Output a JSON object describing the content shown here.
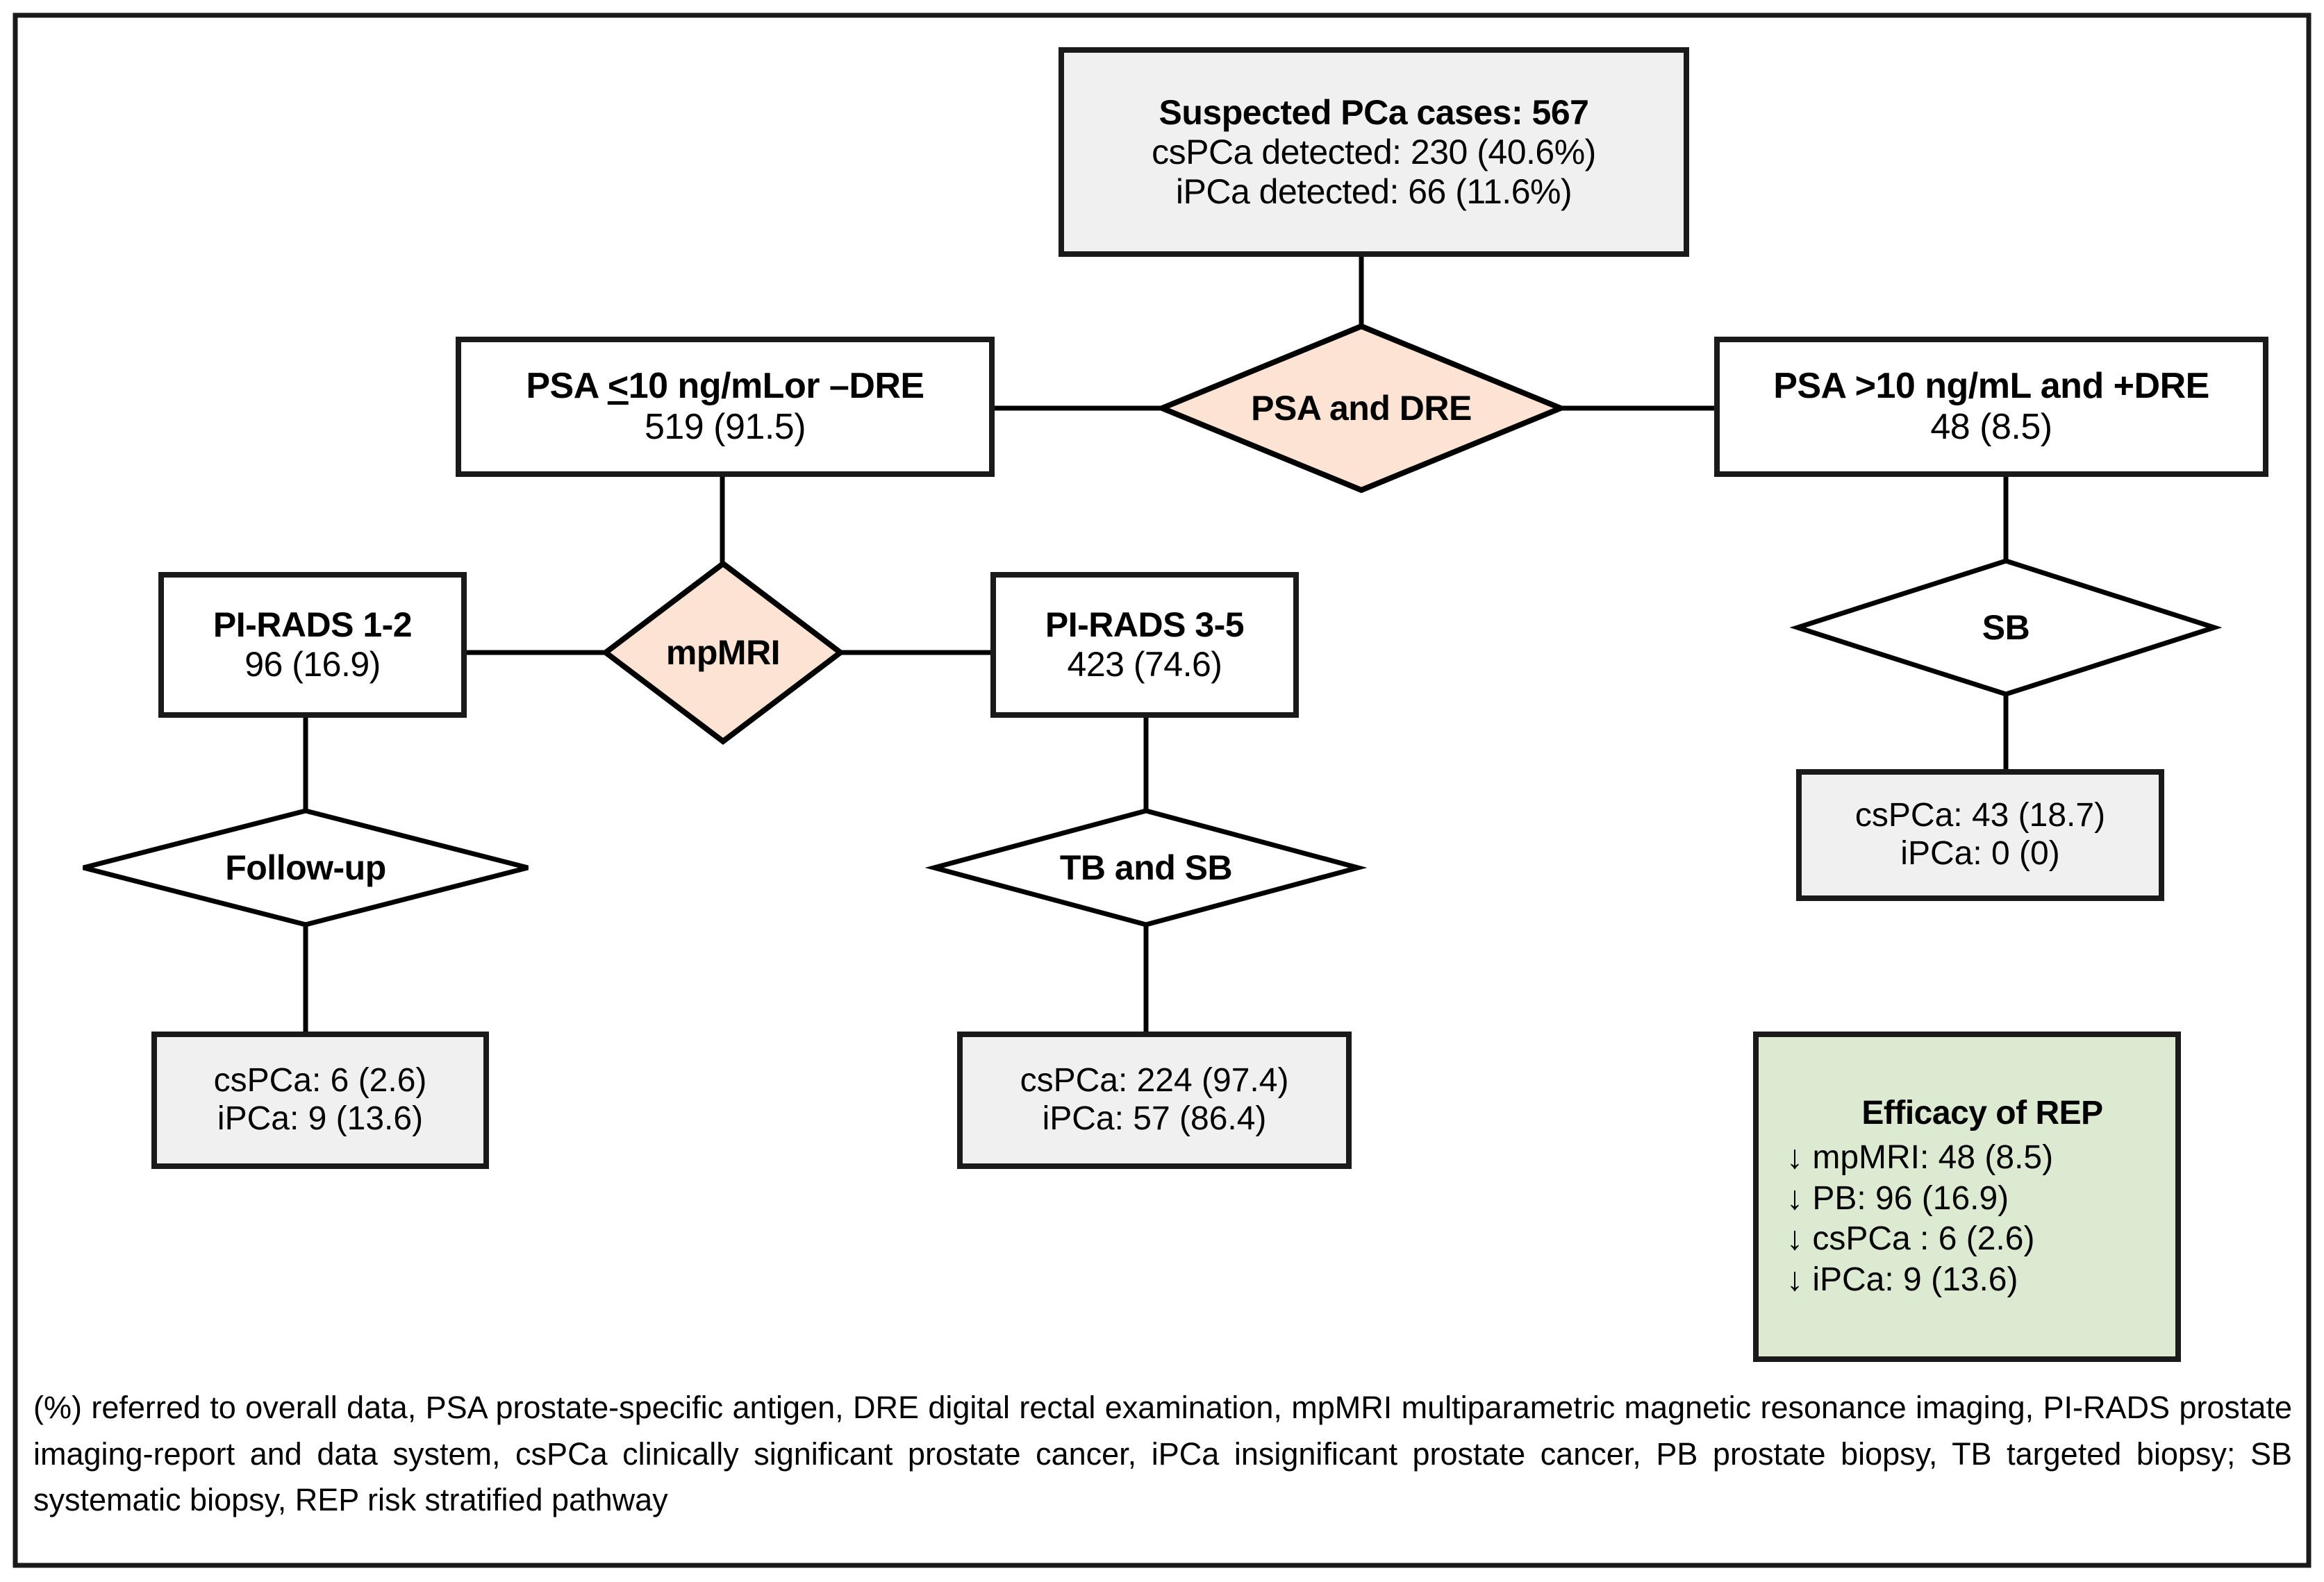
{
  "figure": {
    "type": "flowchart",
    "frame_border_color": "#1a1a1a",
    "colors": {
      "diamond_accent_fill": "#fce3d4",
      "diamond_plain_fill": "#ffffff",
      "result_box_fill": "#f0f0f0",
      "efficacy_box_fill": "#dcead1",
      "stroke": "#000000",
      "text": "#000000"
    }
  },
  "nodes": {
    "suspected": {
      "shape": "rect",
      "fill": "#f0f0f0",
      "line1": "Suspected PCa cases: 567",
      "line2": "csPCa detected: 230 (40.6%)",
      "line3": "iPCa detected: 66 (11.6%)"
    },
    "psa_low": {
      "shape": "rect",
      "fill": "#ffffff",
      "line1_a": "PSA ",
      "line1_b": "<",
      "line1_c": "10 ng/mL",
      "line1_d": "or –DRE",
      "line1_full": "PSA ≤10 ng/mL or –DRE",
      "line2": "519 (91.5)"
    },
    "psa_high": {
      "shape": "rect",
      "fill": "#ffffff",
      "line1": "PSA >10 ng/mL and +DRE",
      "line2": "48 (8.5)"
    },
    "psa_dre_decision": {
      "shape": "diamond",
      "fill": "#fce3d4",
      "label": "PSA and DRE"
    },
    "pirads_low": {
      "shape": "rect",
      "fill": "#ffffff",
      "line1": "PI-RADS 1-2",
      "line2": "96 (16.9)"
    },
    "pirads_high": {
      "shape": "rect",
      "fill": "#ffffff",
      "line1": "PI-RADS 3-5",
      "line2": "423 (74.6)"
    },
    "mpmri_decision": {
      "shape": "diamond",
      "fill": "#fce3d4",
      "label": "mpMRI"
    },
    "sb_decision": {
      "shape": "diamond",
      "fill": "#ffffff",
      "label": "SB"
    },
    "followup_decision": {
      "shape": "diamond",
      "fill": "#ffffff",
      "label": "Follow-up"
    },
    "tb_sb_decision": {
      "shape": "diamond",
      "fill": "#ffffff",
      "label": "TB and SB"
    },
    "sb_result": {
      "shape": "rect",
      "fill": "#f0f0f0",
      "line1": "csPCa: 43 (18.7)",
      "line2": "iPCa: 0 (0)"
    },
    "followup_result": {
      "shape": "rect",
      "fill": "#f0f0f0",
      "line1": "csPCa: 6 (2.6)",
      "line2": "iPCa: 9 (13.6)"
    },
    "tbsb_result": {
      "shape": "rect",
      "fill": "#f0f0f0",
      "line1": "csPCa: 224 (97.4)",
      "line2": "iPCa: 57 (86.4)"
    },
    "efficacy": {
      "shape": "rect",
      "fill": "#dcead1",
      "title": "Efficacy of REP",
      "item1": "↓ mpMRI:  48 (8.5)",
      "item2": "↓ PB: 96 (16.9)",
      "item3": "↓ csPCa : 6 (2.6)",
      "item4": "↓ iPCa: 9 (13.6)"
    }
  },
  "caption": {
    "text": "(%) referred to overall data, PSA prostate-specific antigen, DRE digital rectal examination, mpMRI multiparametric magnetic resonance imaging, PI-RADS prostate imaging-report and data system, csPCa clinically significant prostate cancer, iPCa insignificant prostate cancer, PB prostate biopsy, TB targeted biopsy; SB systematic biopsy, REP risk stratified pathway"
  },
  "chart_data": {
    "type": "diagram",
    "title": "Risk stratified pathway (REP) for suspected prostate cancer",
    "total_cases": 567,
    "cspca_detected": {
      "n": 230,
      "pct": 40.6
    },
    "ipca_detected": {
      "n": 66,
      "pct": 11.6
    },
    "branches": [
      {
        "name": "PSA ≤10 ng/mL or –DRE",
        "n": 519,
        "pct": 91.5
      },
      {
        "name": "PSA >10 ng/mL and +DRE",
        "n": 48,
        "pct": 8.5
      },
      {
        "name": "PI-RADS 1-2",
        "n": 96,
        "pct": 16.9
      },
      {
        "name": "PI-RADS 3-5",
        "n": 423,
        "pct": 74.6
      },
      {
        "name": "SB csPCa",
        "n": 43,
        "pct": 18.7
      },
      {
        "name": "SB iPCa",
        "n": 0,
        "pct": 0
      },
      {
        "name": "Follow-up csPCa",
        "n": 6,
        "pct": 2.6
      },
      {
        "name": "Follow-up iPCa",
        "n": 9,
        "pct": 13.6
      },
      {
        "name": "TB and SB csPCa",
        "n": 224,
        "pct": 97.4
      },
      {
        "name": "TB and SB iPCa",
        "n": 57,
        "pct": 86.4
      }
    ],
    "efficacy_of_rep": [
      {
        "metric": "mpMRI",
        "n": 48,
        "pct": 8.5
      },
      {
        "metric": "PB",
        "n": 96,
        "pct": 16.9
      },
      {
        "metric": "csPCa",
        "n": 6,
        "pct": 2.6
      },
      {
        "metric": "iPCa",
        "n": 9,
        "pct": 13.6
      }
    ]
  }
}
